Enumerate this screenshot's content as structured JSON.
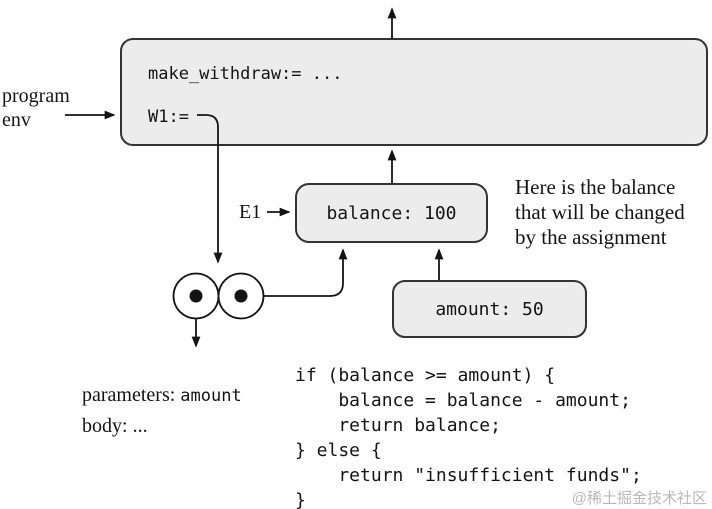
{
  "global_env": {
    "make_withdraw_binding": "make_withdraw:= ...",
    "w1_binding": "W1:="
  },
  "labels": {
    "program_env_line1": "program",
    "program_env_line2": "env",
    "e1": "E1"
  },
  "frames": {
    "balance_binding": "balance: 100",
    "amount_binding": "amount: 50"
  },
  "annotation": {
    "line1": "Here is the balance",
    "line2": "that will be changed",
    "line3": "by the assignment"
  },
  "procedure": {
    "parameters_label": "parameters: ",
    "parameters_value": "amount",
    "body_label": "body: ",
    "body_value": "..."
  },
  "code": {
    "lines": [
      "if (balance >= amount) {",
      "    balance = balance - amount;",
      "    return balance;",
      "} else {",
      "    return \"insufficient funds\";",
      "}"
    ]
  },
  "watermark": "@稀土掘金技术社区",
  "colors": {
    "frame_fill": "#ececec",
    "frame_border": "#333333",
    "line": "#141414",
    "watermark": "#b9b9b9"
  }
}
